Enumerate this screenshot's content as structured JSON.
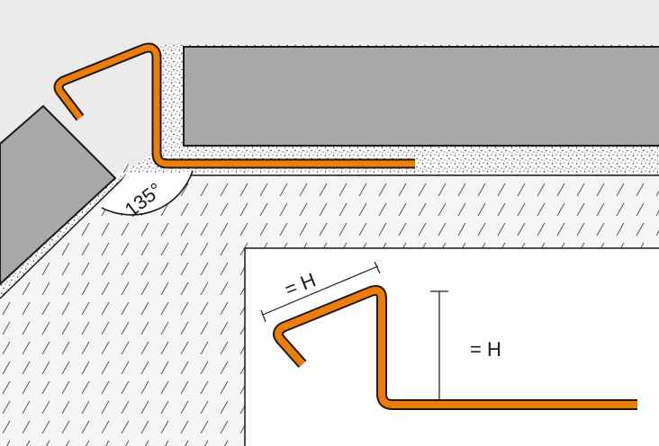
{
  "diagram": {
    "angle_label": "135°",
    "inset": {
      "leg_label": "= H",
      "height_label": "= H"
    },
    "colors": {
      "background": "#ebebeb",
      "tile": "#a7a8aa",
      "profile": "#f07d00",
      "outline": "#1a1a1a",
      "screed": "#f5f5f5",
      "inset_bg": "#ffffff"
    }
  }
}
